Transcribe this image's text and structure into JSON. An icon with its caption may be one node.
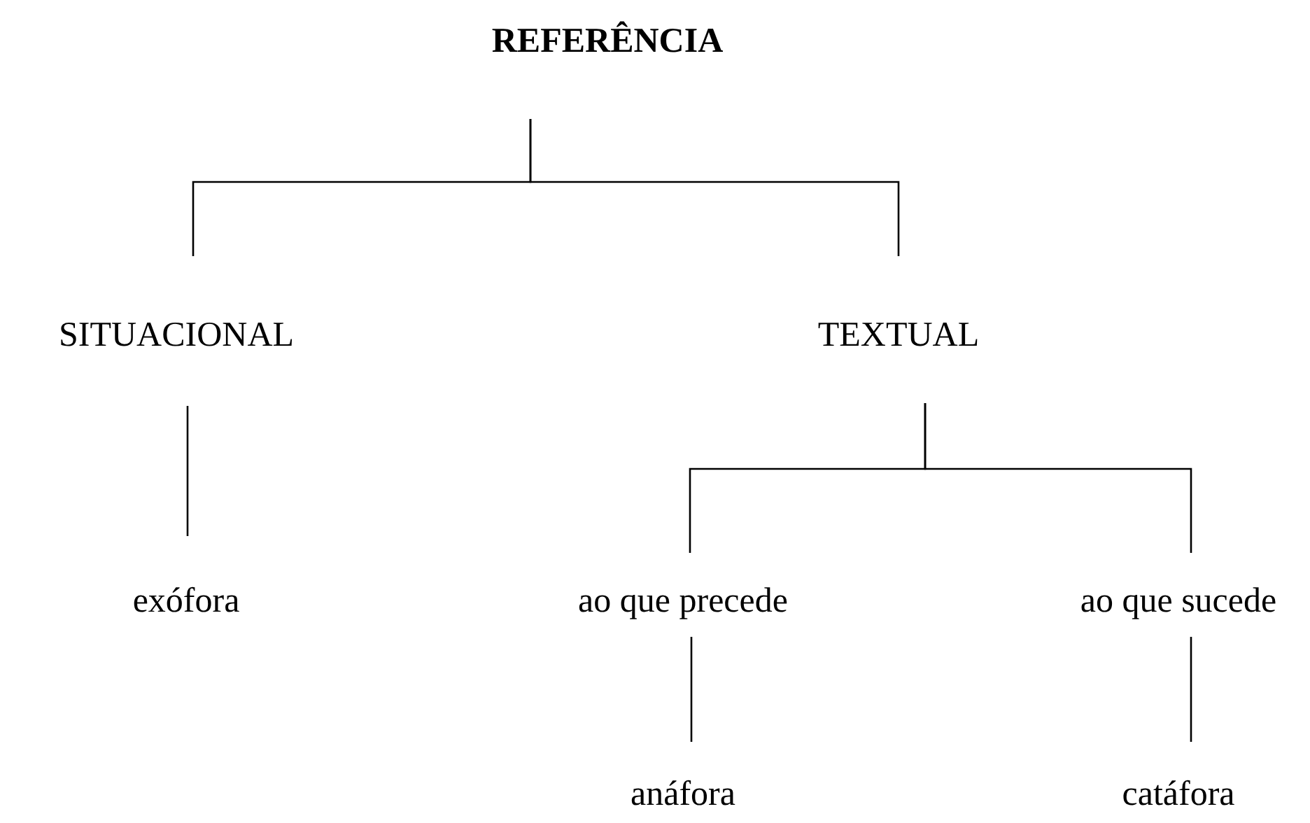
{
  "diagram": {
    "nodes": [
      {
        "text": [
          "REFERÊNCIA"
        ]
      },
      {
        "text": [
          "SITUACIONAL"
        ]
      },
      {
        "text": [
          "TEXTUAL"
        ]
      },
      {
        "text": [
          "exófora"
        ]
      },
      {
        "text": [
          "ao que precede"
        ]
      },
      {
        "text": [
          "ao que sucede"
        ]
      },
      {
        "text": [
          "anáfora"
        ]
      },
      {
        "text": [
          "catáfora"
        ]
      }
    ],
    "edges": [
      {
        "from": 0,
        "to": 1,
        "arrow": "none"
      },
      {
        "from": 0,
        "to": 2,
        "arrow": "none"
      },
      {
        "from": 1,
        "to": 3,
        "arrow": "none"
      },
      {
        "from": 2,
        "to": 4,
        "arrow": "none"
      },
      {
        "from": 2,
        "to": 5,
        "arrow": "none"
      },
      {
        "from": 4,
        "to": 6,
        "arrow": "none"
      },
      {
        "from": 5,
        "to": 7,
        "arrow": "none"
      }
    ]
  }
}
